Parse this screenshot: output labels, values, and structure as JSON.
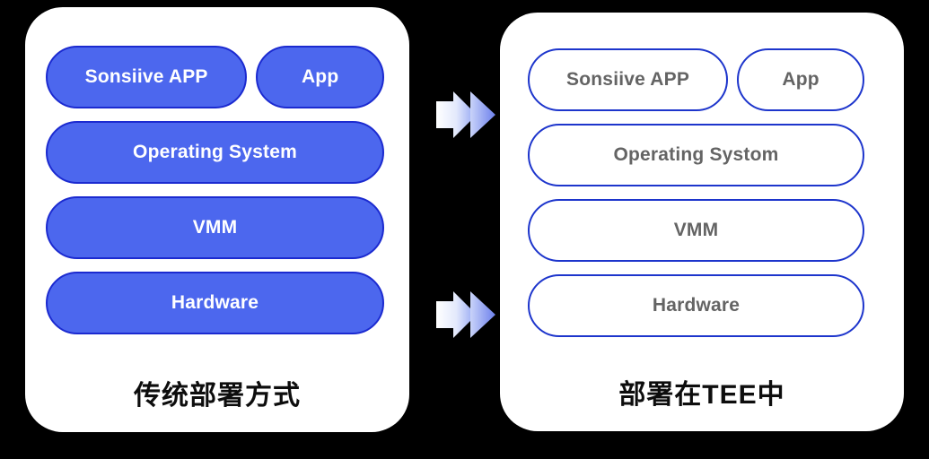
{
  "colors": {
    "background": "#000000",
    "panel_bg": "#ffffff",
    "solid_pill_fill": "#4c67ee",
    "solid_pill_border": "#1b2ad0",
    "solid_pill_text": "#ffffff",
    "outline_pill_border": "#1d35cc",
    "outline_pill_text": "#646464",
    "caption_text": "#0d0d0d",
    "arrow_gradient_start": "#ffffff",
    "arrow_gradient_end": "#6c80ec"
  },
  "left": {
    "caption": "传统部署方式",
    "pills": {
      "sonsiive": "Sonsiive APP",
      "app": "App",
      "os": "Operating System",
      "vmm": "VMM",
      "hardware": "Hardware"
    }
  },
  "right": {
    "caption": "部署在TEE中",
    "pills": {
      "sonsiive": "Sonsiive APP",
      "app": "App",
      "os": "Operating Systom",
      "vmm": "VMM",
      "hardware": "Hardware"
    }
  },
  "icons": {
    "arrow": "double-chevron-right-arrow"
  }
}
